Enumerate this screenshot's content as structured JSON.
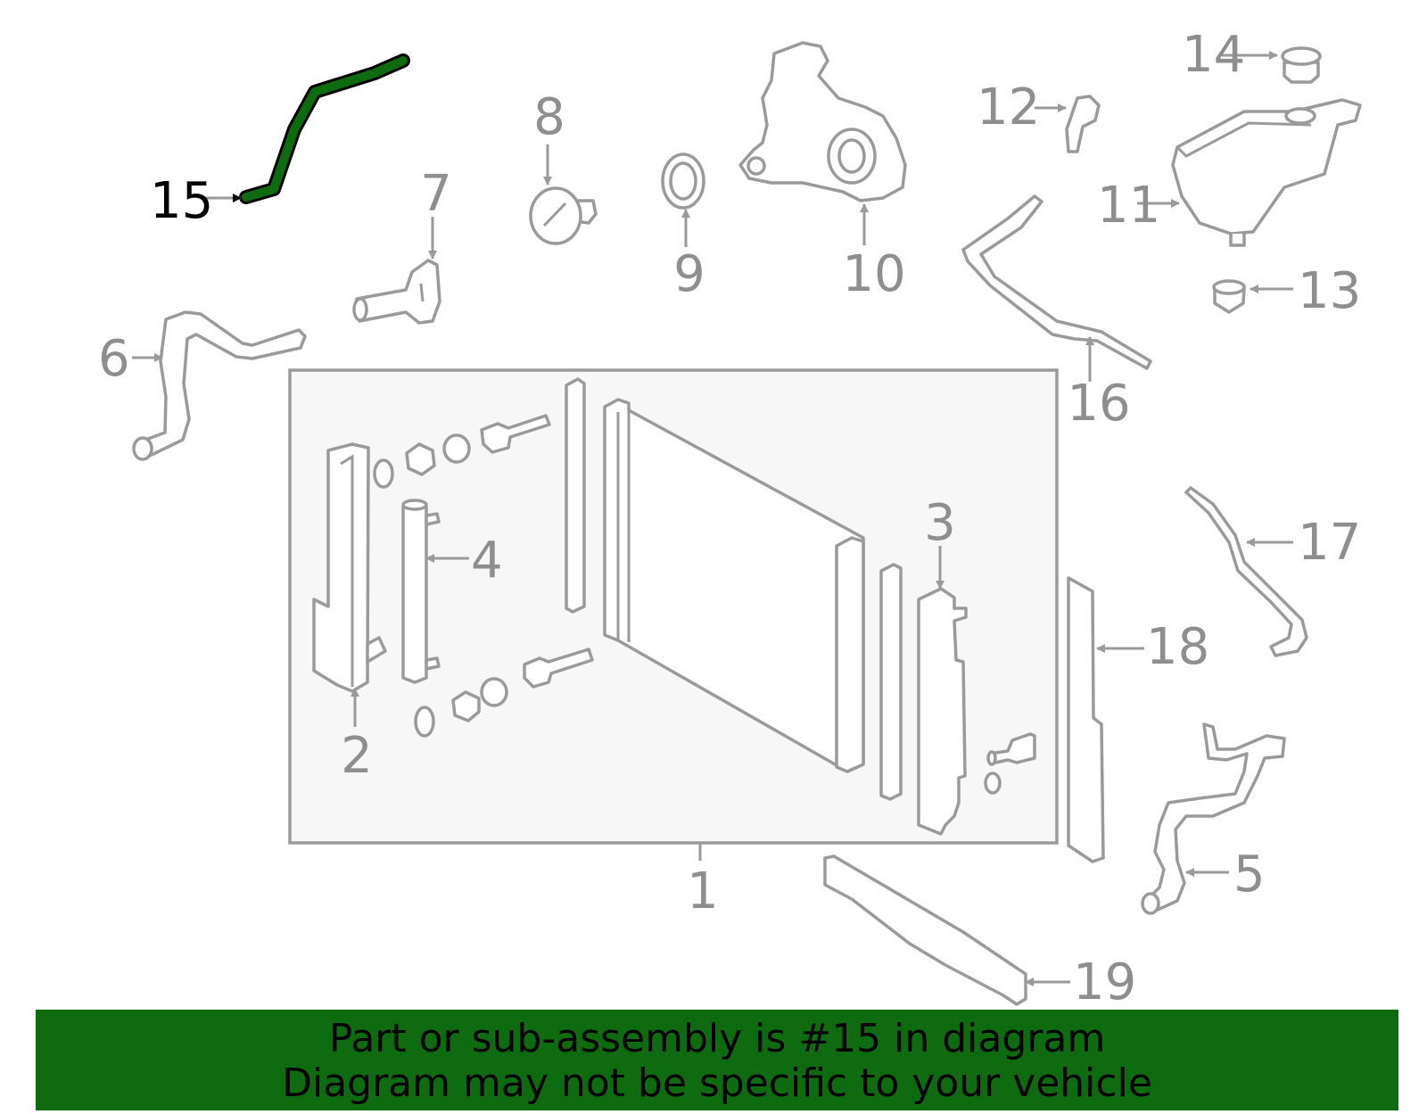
{
  "diagram": {
    "highlight_color": "#0f6b0f",
    "callouts": [
      {
        "id": "1",
        "label": "1"
      },
      {
        "id": "2",
        "label": "2"
      },
      {
        "id": "3",
        "label": "3"
      },
      {
        "id": "4",
        "label": "4"
      },
      {
        "id": "5",
        "label": "5"
      },
      {
        "id": "6",
        "label": "6"
      },
      {
        "id": "7",
        "label": "7"
      },
      {
        "id": "8",
        "label": "8"
      },
      {
        "id": "9",
        "label": "9"
      },
      {
        "id": "10",
        "label": "10"
      },
      {
        "id": "11",
        "label": "11"
      },
      {
        "id": "12",
        "label": "12"
      },
      {
        "id": "13",
        "label": "13"
      },
      {
        "id": "14",
        "label": "14"
      },
      {
        "id": "15",
        "label": "15",
        "highlighted": true
      },
      {
        "id": "16",
        "label": "16"
      },
      {
        "id": "17",
        "label": "17"
      },
      {
        "id": "18",
        "label": "18"
      },
      {
        "id": "19",
        "label": "19"
      }
    ]
  },
  "banner": {
    "line1": "Part or sub-assembly is #15 in diagram",
    "line2": "Diagram may not be specific to your vehicle",
    "background": "#0f6b0f"
  }
}
